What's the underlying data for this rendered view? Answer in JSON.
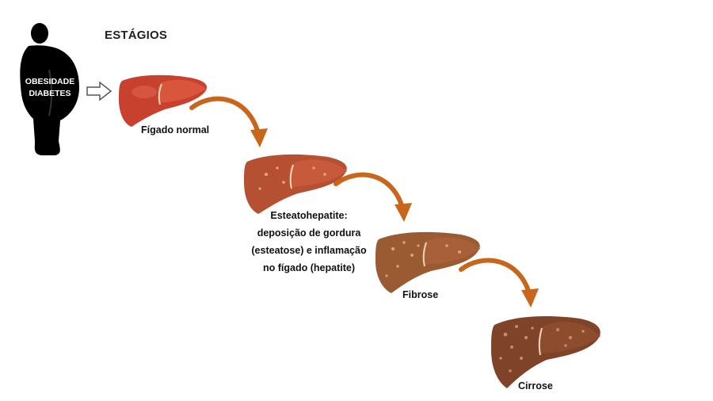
{
  "title": "ESTÁGIOS",
  "risk_factors": [
    "OBESIDADE",
    "DIABETES"
  ],
  "stages": [
    {
      "label_lines": [
        "Fígado normal"
      ],
      "color": "#c8402e"
    },
    {
      "label_lines": [
        "Esteatohepatite:",
        "deposição de gordura",
        "(esteatose) e inflamação",
        "no fígado (hepatite)"
      ],
      "color": "#b65032"
    },
    {
      "label_lines": [
        "Fibrose"
      ],
      "color": "#9a5a32"
    },
    {
      "label_lines": [
        "Cirrose"
      ],
      "color": "#7e4328"
    }
  ],
  "colors": {
    "arrow": "#c8661c",
    "silhouette": "#000000"
  },
  "icons": {
    "entry_arrow": "hollow-right-arrow-icon",
    "progression": "curved-arrow-icon"
  }
}
